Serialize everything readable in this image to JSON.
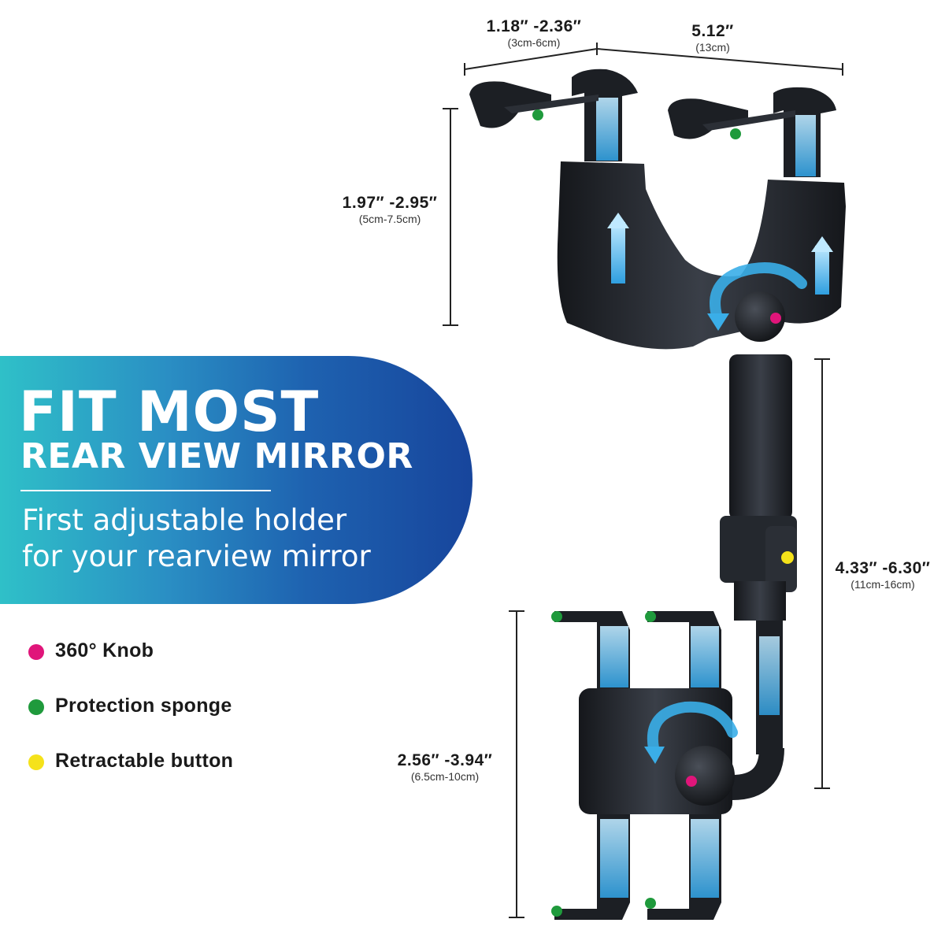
{
  "banner": {
    "title_line1": "FIT MOST",
    "title_line2": "REAR VIEW MIRROR",
    "subtitle_line1": "First adjustable holder",
    "subtitle_line2": "for your rearview mirror",
    "gradient_start": "#2fc0c8",
    "gradient_end": "#17459c"
  },
  "dimensions": {
    "clamp_opening": {
      "inch": "1.18″  -2.36″",
      "cm": "(3cm-6cm)"
    },
    "clamp_width": {
      "inch": "5.12″",
      "cm": "(13cm)"
    },
    "clamp_height": {
      "inch": "1.97″  -2.95″",
      "cm": "(5cm-7.5cm)"
    },
    "arm_length": {
      "inch": "4.33″  -6.30″",
      "cm": "(11cm-16cm)"
    },
    "phone_holder": {
      "inch": "2.56″  -3.94″",
      "cm": "(6.5cm-10cm)"
    }
  },
  "legend": [
    {
      "label": "360° Knob",
      "color": "#e0157a"
    },
    {
      "label": "Protection sponge",
      "color": "#1f9a3c"
    },
    {
      "label": "Retractable button",
      "color": "#f5e21a"
    }
  ],
  "colors": {
    "body": "#1f2228",
    "accent_glow": "#3aaee8",
    "knob_dot": "#e0157a",
    "sponge_dot": "#1f9a3c",
    "button_dot": "#f5e21a"
  }
}
